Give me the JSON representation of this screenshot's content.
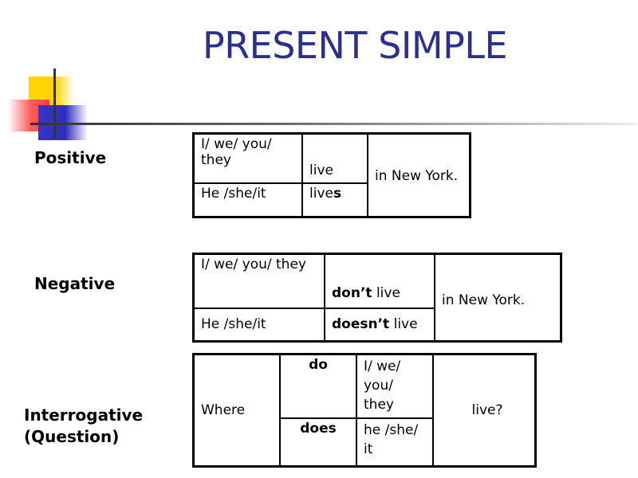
{
  "slide": {
    "title": "PRESENT SIMPLE",
    "colors": {
      "title": "#2a3092",
      "ornament_yellow": "#ffd400",
      "ornament_red": "#ff5a5a",
      "ornament_blue": "#2f2fbe"
    }
  },
  "positive": {
    "label": "Positive",
    "row1_subject": "I/ we/ you/ they",
    "row1_verb": "live",
    "row2_subject": "He /she/it",
    "row2_verb_stem": "live",
    "row2_verb_ending": "s",
    "object": "in New York."
  },
  "negative": {
    "label": "Negative",
    "row1_subject": "I/ we/ you/ they",
    "row1_aux": "don’t",
    "row1_verb": " live",
    "row2_subject": "He /she/it",
    "row2_aux": "doesn’t",
    "row2_verb": " live",
    "object": "in New York."
  },
  "interrogative": {
    "label_line1": "Interrogative",
    "label_line2": "(Question)",
    "wh_word": "Where",
    "row1_aux": "do",
    "row1_subject": "I/ we/ you/ they",
    "row2_aux": "does",
    "row2_subject": "he /she/ it",
    "verb": "live?"
  }
}
